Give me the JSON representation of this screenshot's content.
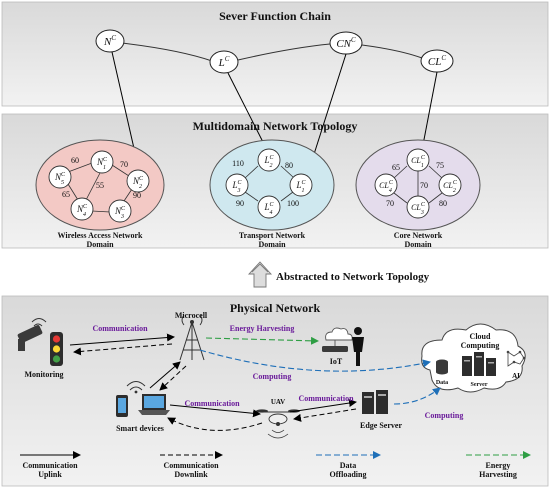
{
  "sections": {
    "sfc_title": "Sever Function Chain",
    "mdn_title": "Multidomain Network Topology",
    "abstract_label": "Abstracted to Network Topology",
    "physical_title": "Physical Network"
  },
  "sfc_nodes": [
    {
      "id": "N",
      "base": "N",
      "sup": "C"
    },
    {
      "id": "L",
      "base": "L",
      "sup": "C"
    },
    {
      "id": "CN",
      "base": "CN",
      "sup": "C"
    },
    {
      "id": "CL",
      "base": "CL",
      "sup": "C"
    }
  ],
  "domains": [
    {
      "id": "wireless",
      "name_line1": "Wireless Access Network",
      "name_line2": "Domain",
      "color": "#f3c9c5",
      "nodes": [
        {
          "base": "N",
          "sup": "C",
          "sub": "1"
        },
        {
          "base": "N",
          "sup": "C",
          "sub": "2"
        },
        {
          "base": "N",
          "sup": "C",
          "sub": "3"
        },
        {
          "base": "N",
          "sup": "C",
          "sub": "4"
        },
        {
          "base": "N",
          "sup": "C",
          "sub": "5"
        }
      ],
      "edge_weights": [
        "60",
        "70",
        "65",
        "55",
        "90"
      ]
    },
    {
      "id": "transport",
      "name_line1": "Transport Network",
      "name_line2": "Domain",
      "color": "#cfe8ef",
      "nodes": [
        {
          "base": "L",
          "sup": "C",
          "sub": "2"
        },
        {
          "base": "L",
          "sup": "C",
          "sub": "3"
        },
        {
          "base": "L",
          "sup": "C",
          "sub": "1"
        },
        {
          "base": "L",
          "sup": "C",
          "sub": "4"
        }
      ],
      "edge_weights": [
        "110",
        "80",
        "90",
        "100"
      ]
    },
    {
      "id": "core",
      "name_line1": "Core Network",
      "name_line2": "Domain",
      "color": "#e4dcec",
      "nodes": [
        {
          "base": "CL",
          "sup": "C",
          "sub": "1"
        },
        {
          "base": "CL",
          "sup": "C",
          "sub": "4"
        },
        {
          "base": "CL",
          "sup": "C",
          "sub": "2"
        },
        {
          "base": "CL",
          "sup": "C",
          "sub": "3"
        }
      ],
      "edge_weights": [
        "65",
        "75",
        "70",
        "70",
        "80"
      ]
    }
  ],
  "physical": {
    "monitoring": "Monitoring",
    "microcell": "Microcell",
    "iot": "IoT",
    "smart_devices": "Smart devices",
    "uav": "UAV",
    "edge_server": "Edge Server",
    "cloud_line1": "Cloud",
    "cloud_line2": "Computing",
    "data": "Data",
    "server": "Server",
    "ai": "AI",
    "comm1": "Communication",
    "comm2": "Communication",
    "comm3": "Communication",
    "energy": "Energy Harvesting",
    "computing1": "Computing",
    "computing2": "Computing"
  },
  "legend": [
    {
      "line1": "Communication",
      "line2": "Uplink",
      "style": "solid",
      "color": "#000000"
    },
    {
      "line1": "Communication",
      "line2": "Downlink",
      "style": "dashed",
      "color": "#000000"
    },
    {
      "line1": "Data",
      "line2": "Offloading",
      "style": "dashed",
      "color": "#1e6fb8"
    },
    {
      "line1": "Energy",
      "line2": "Harvesting",
      "style": "dashed",
      "color": "#2e9e44"
    }
  ],
  "colors": {
    "panel_fill": "#e6e6e6",
    "purple_text": "#6a1b9a",
    "offload_blue": "#1e6fb8",
    "energy_green": "#2e9e44"
  }
}
